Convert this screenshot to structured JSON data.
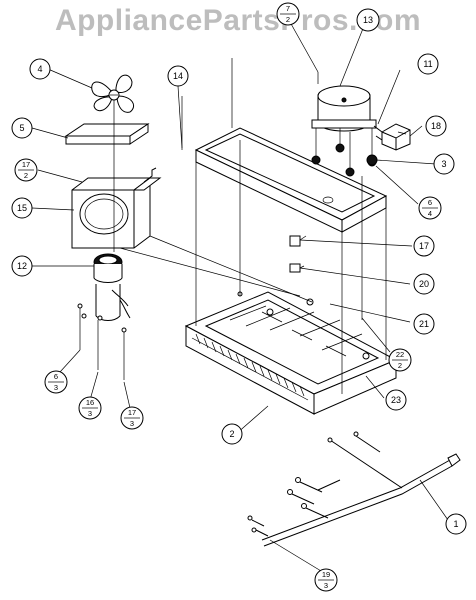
{
  "watermark": "AppliancePartsPros.com",
  "callouts": {
    "c1": "1",
    "c2": "2",
    "c3": "3",
    "c4": "4",
    "c5": "5",
    "c12": "12",
    "c13": "13",
    "c14": "14",
    "c15": "15",
    "c17": "17",
    "c18": "18",
    "c20": "20",
    "c21": "21",
    "c23": "23",
    "c11": "11"
  },
  "fractions": {
    "f7_2": {
      "top": "7",
      "bottom": "2"
    },
    "f17_2": {
      "top": "17",
      "bottom": "2"
    },
    "f6_4": {
      "top": "6",
      "bottom": "4"
    },
    "f22_2": {
      "top": "22",
      "bottom": "2"
    },
    "f6_3": {
      "top": "6",
      "bottom": "3"
    },
    "f16_3": {
      "top": "16",
      "bottom": "3"
    },
    "f17_3": {
      "top": "17",
      "bottom": "3"
    },
    "f19_3": {
      "top": "19",
      "bottom": "3"
    }
  }
}
